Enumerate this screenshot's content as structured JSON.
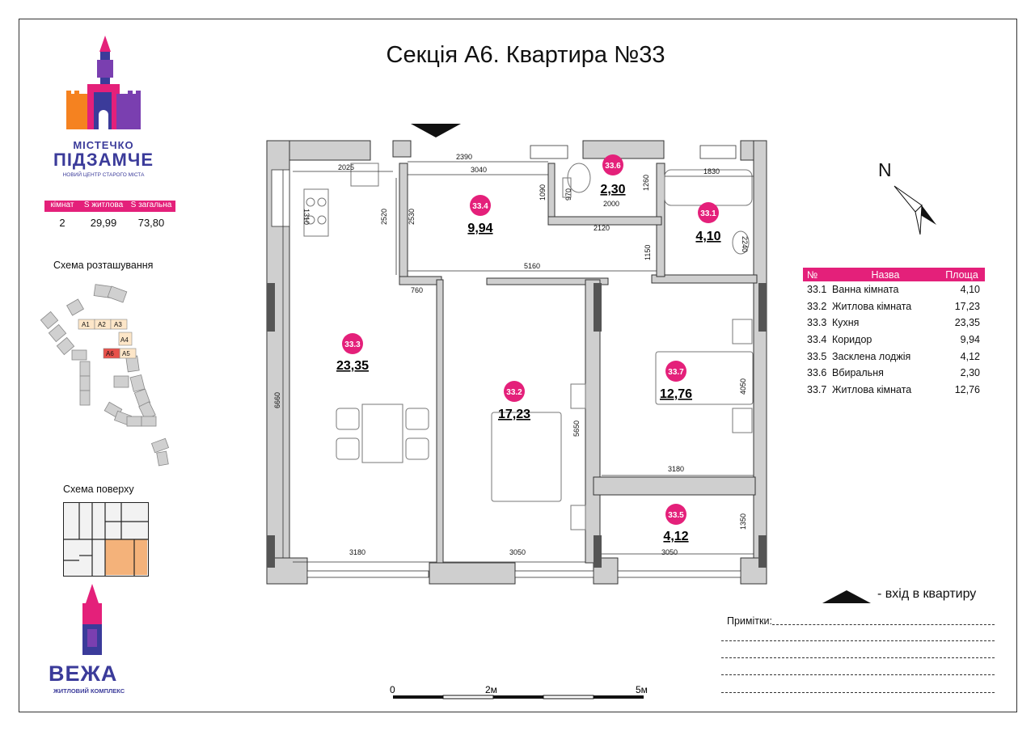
{
  "title": "Секція А6. Квартира №33",
  "brand": {
    "line1": "МІСТЕЧКО",
    "line2": "ПІДЗАМЧЕ",
    "tagline": "НОВИЙ ЦЕНТР СТАРОГО МІСТА",
    "accent_color": "#e4207a",
    "brand_color": "#3b3b9a"
  },
  "stats": {
    "headers": [
      "кімнат",
      "S житлова",
      "S загальна"
    ],
    "values": [
      "2",
      "29,99",
      "73,80"
    ]
  },
  "location_scheme": {
    "label": "Схема розташування",
    "sections": [
      "A1",
      "A2",
      "A3",
      "A4",
      "A5",
      "A6"
    ],
    "highlighted": "A6"
  },
  "floor_scheme": {
    "label": "Схема поверху"
  },
  "developer": {
    "name": "ВЕЖА",
    "subtitle": "ЖИТЛОВИЙ КОМПЛЕКС"
  },
  "rooms": [
    {
      "id": "33.1",
      "area": "4,10"
    },
    {
      "id": "33.2",
      "area": "17,23"
    },
    {
      "id": "33.3",
      "area": "23,35"
    },
    {
      "id": "33.4",
      "area": "9,94"
    },
    {
      "id": "33.5",
      "area": "4,12"
    },
    {
      "id": "33.6",
      "area": "2,30"
    },
    {
      "id": "33.7",
      "area": "12,76"
    }
  ],
  "dimensions": [
    "2390",
    "3040",
    "2025",
    "1830",
    "1310",
    "2520",
    "2530",
    "1090",
    "970",
    "2000",
    "1260",
    "2120",
    "2240",
    "1150",
    "5160",
    "760",
    "6660",
    "5650",
    "4050",
    "3180",
    "3180",
    "3050",
    "3050",
    "1350"
  ],
  "legend": {
    "headers": [
      "№",
      "Назва",
      "Площа"
    ],
    "rows": [
      [
        "33.1",
        "Ванна кімната",
        "4,10"
      ],
      [
        "33.2",
        "Житлова кімната",
        "17,23"
      ],
      [
        "33.3",
        "Кухня",
        "23,35"
      ],
      [
        "33.4",
        "Коридор",
        "9,94"
      ],
      [
        "33.5",
        "Засклена лоджія",
        "4,12"
      ],
      [
        "33.6",
        "Вбиральня",
        "2,30"
      ],
      [
        "33.7",
        "Житлова кімната",
        "12,76"
      ]
    ]
  },
  "compass": {
    "label": "N"
  },
  "entry": {
    "label": "- вхід в квартиру"
  },
  "notes": {
    "label": "Примітки:"
  },
  "scale": {
    "labels": [
      "0",
      "2м",
      "5м"
    ]
  }
}
